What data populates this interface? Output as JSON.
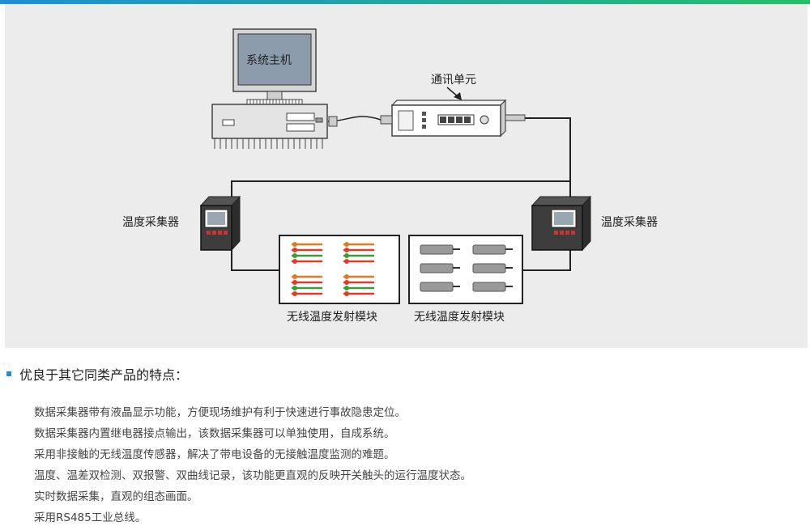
{
  "diagram": {
    "host_label": "系统主机",
    "comm_label": "通讯单元",
    "collector_left_label": "温度采集器",
    "collector_right_label": "温度采集器",
    "module_left_label": "无线温度发射模块",
    "module_right_label": "无线温度发射模块"
  },
  "features": {
    "title": "优良于其它同类产品的特点：",
    "items": [
      "数据采集器带有液晶显示功能，方便现场维护有利于快速进行事故隐患定位。",
      "数据采集器内置继电器接点输出，该数据采集器可以单独使用，自成系统。",
      "采用非接触的无线温度传感器，解决了带电设备的无接触温度监测的难题。",
      "温度、温差双检测、双报警、双曲线记录，该功能更直观的反映开关触头的运行温度状态。",
      "实时数据采集，直观的组态画面。",
      "采用RS485工业总线。"
    ]
  },
  "colors": {
    "accent": "#1d8fd8",
    "bar_start": "#1e8fd6",
    "bar_end": "#23c06a"
  }
}
